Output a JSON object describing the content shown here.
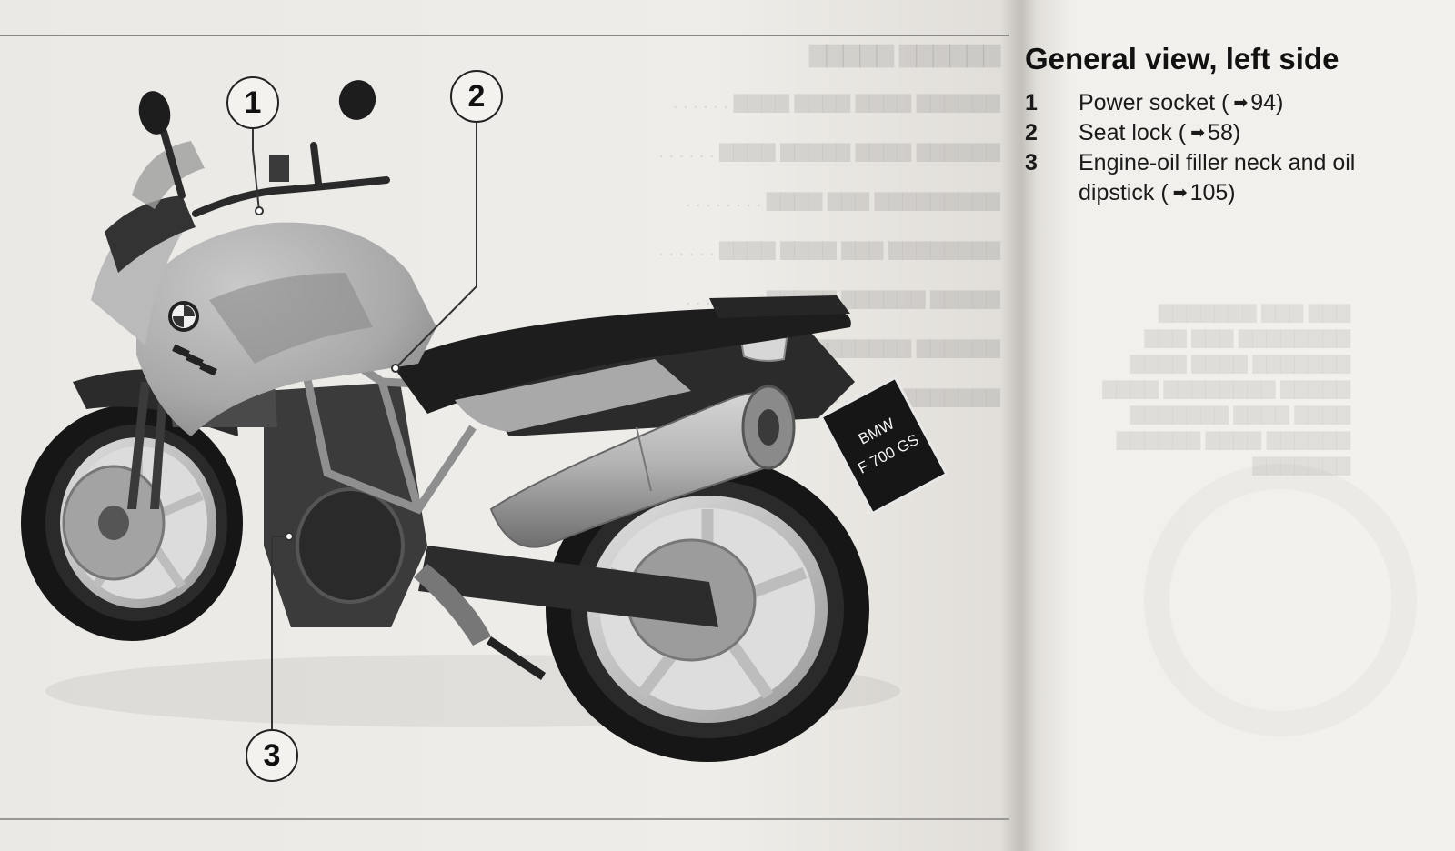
{
  "section": {
    "title": "General view, left side"
  },
  "callouts": [
    "1",
    "2",
    "3"
  ],
  "legend": [
    {
      "number": "1",
      "text": "Power socket",
      "open": "(",
      "ref": "94)"
    },
    {
      "number": "2",
      "text": "Seat lock",
      "open": "(",
      "ref": "58)"
    },
    {
      "number": "3",
      "text": "Engine-oil filler neck and oil dipstick",
      "open": "(",
      "ref": "105)"
    }
  ],
  "license_plate": [
    "BMW",
    "F 700 GS"
  ],
  "colors": {
    "paper": "#eceae6",
    "text": "#1a1a1a"
  },
  "icons": {
    "page_reference": "arrow-right-icon"
  }
}
